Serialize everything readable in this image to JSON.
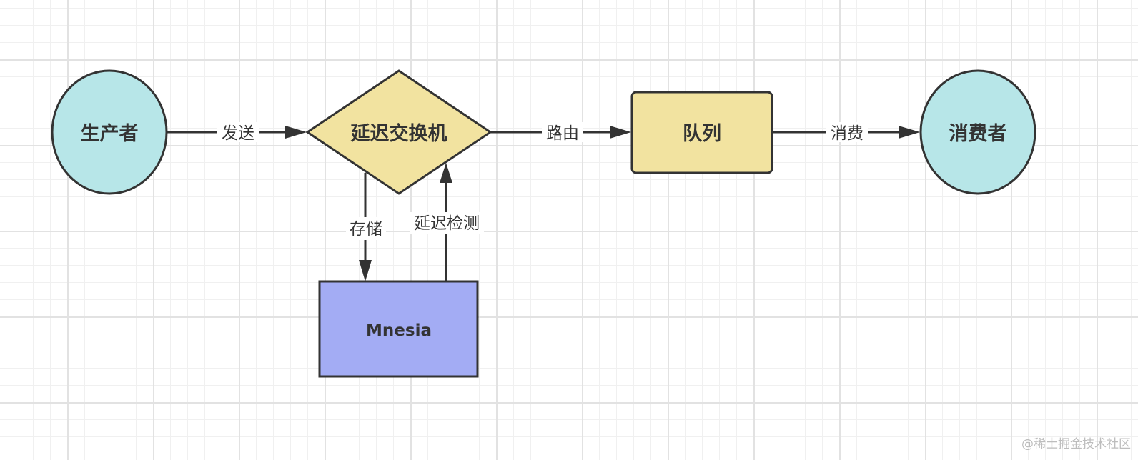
{
  "diagram": {
    "nodes": {
      "producer": {
        "label": "生产者",
        "shape": "circle",
        "fill": "#b7e6e8"
      },
      "delay_exchange": {
        "label": "延迟交换机",
        "shape": "diamond",
        "fill": "#f2e3a0"
      },
      "queue": {
        "label": "队列",
        "shape": "rounded-rect",
        "fill": "#f2e3a0"
      },
      "consumer": {
        "label": "消费者",
        "shape": "circle",
        "fill": "#b7e6e8"
      },
      "mnesia": {
        "label": "Mnesia",
        "shape": "rect",
        "fill": "#a3acf4"
      }
    },
    "edges": {
      "send": {
        "from": "生产者",
        "to": "延迟交换机",
        "label": "发送"
      },
      "route": {
        "from": "延迟交换机",
        "to": "队列",
        "label": "路由"
      },
      "consume": {
        "from": "队列",
        "to": "消费者",
        "label": "消费"
      },
      "store": {
        "from": "延迟交换机",
        "to": "Mnesia",
        "label": "存储"
      },
      "delay_check": {
        "from": "Mnesia",
        "to": "延迟交换机",
        "label": "延迟检测"
      }
    },
    "colors": {
      "stroke": "#333333",
      "grid": "#e2e2e2"
    }
  },
  "watermark": "@稀土掘金技术社区"
}
